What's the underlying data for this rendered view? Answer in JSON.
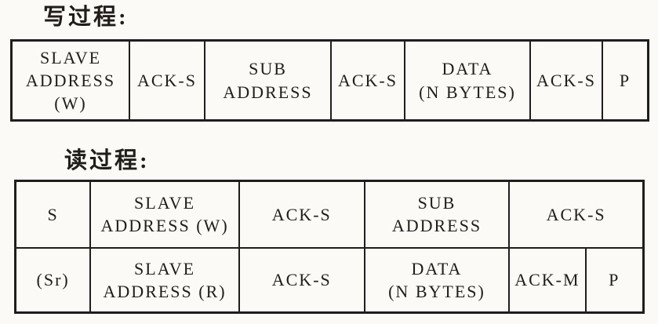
{
  "colors": {
    "paper": "#fbfaf6",
    "ink": "#201d1a"
  },
  "write_section": {
    "title": "写过程:",
    "cells": {
      "slave_address": "SLAVE\nADDRESS\n(W)",
      "ack1": "ACK-S",
      "sub_address": "SUB\nADDRESS",
      "ack2": "ACK-S",
      "data": "DATA\n(N BYTES)",
      "ack3": "ACK-S",
      "stop": "P"
    }
  },
  "read_section": {
    "title": "读过程:",
    "row1": {
      "start": "S",
      "slave_address": "SLAVE\nADDRESS (W)",
      "ack1": "ACK-S",
      "sub_address": "SUB\nADDRESS",
      "ack2": "ACK-S"
    },
    "row2": {
      "repeated_start": "(Sr)",
      "slave_address": "SLAVE\nADDRESS (R)",
      "ack1": "ACK-S",
      "data": "DATA\n(N BYTES)",
      "ack_m": "ACK-M",
      "stop": "P"
    }
  }
}
